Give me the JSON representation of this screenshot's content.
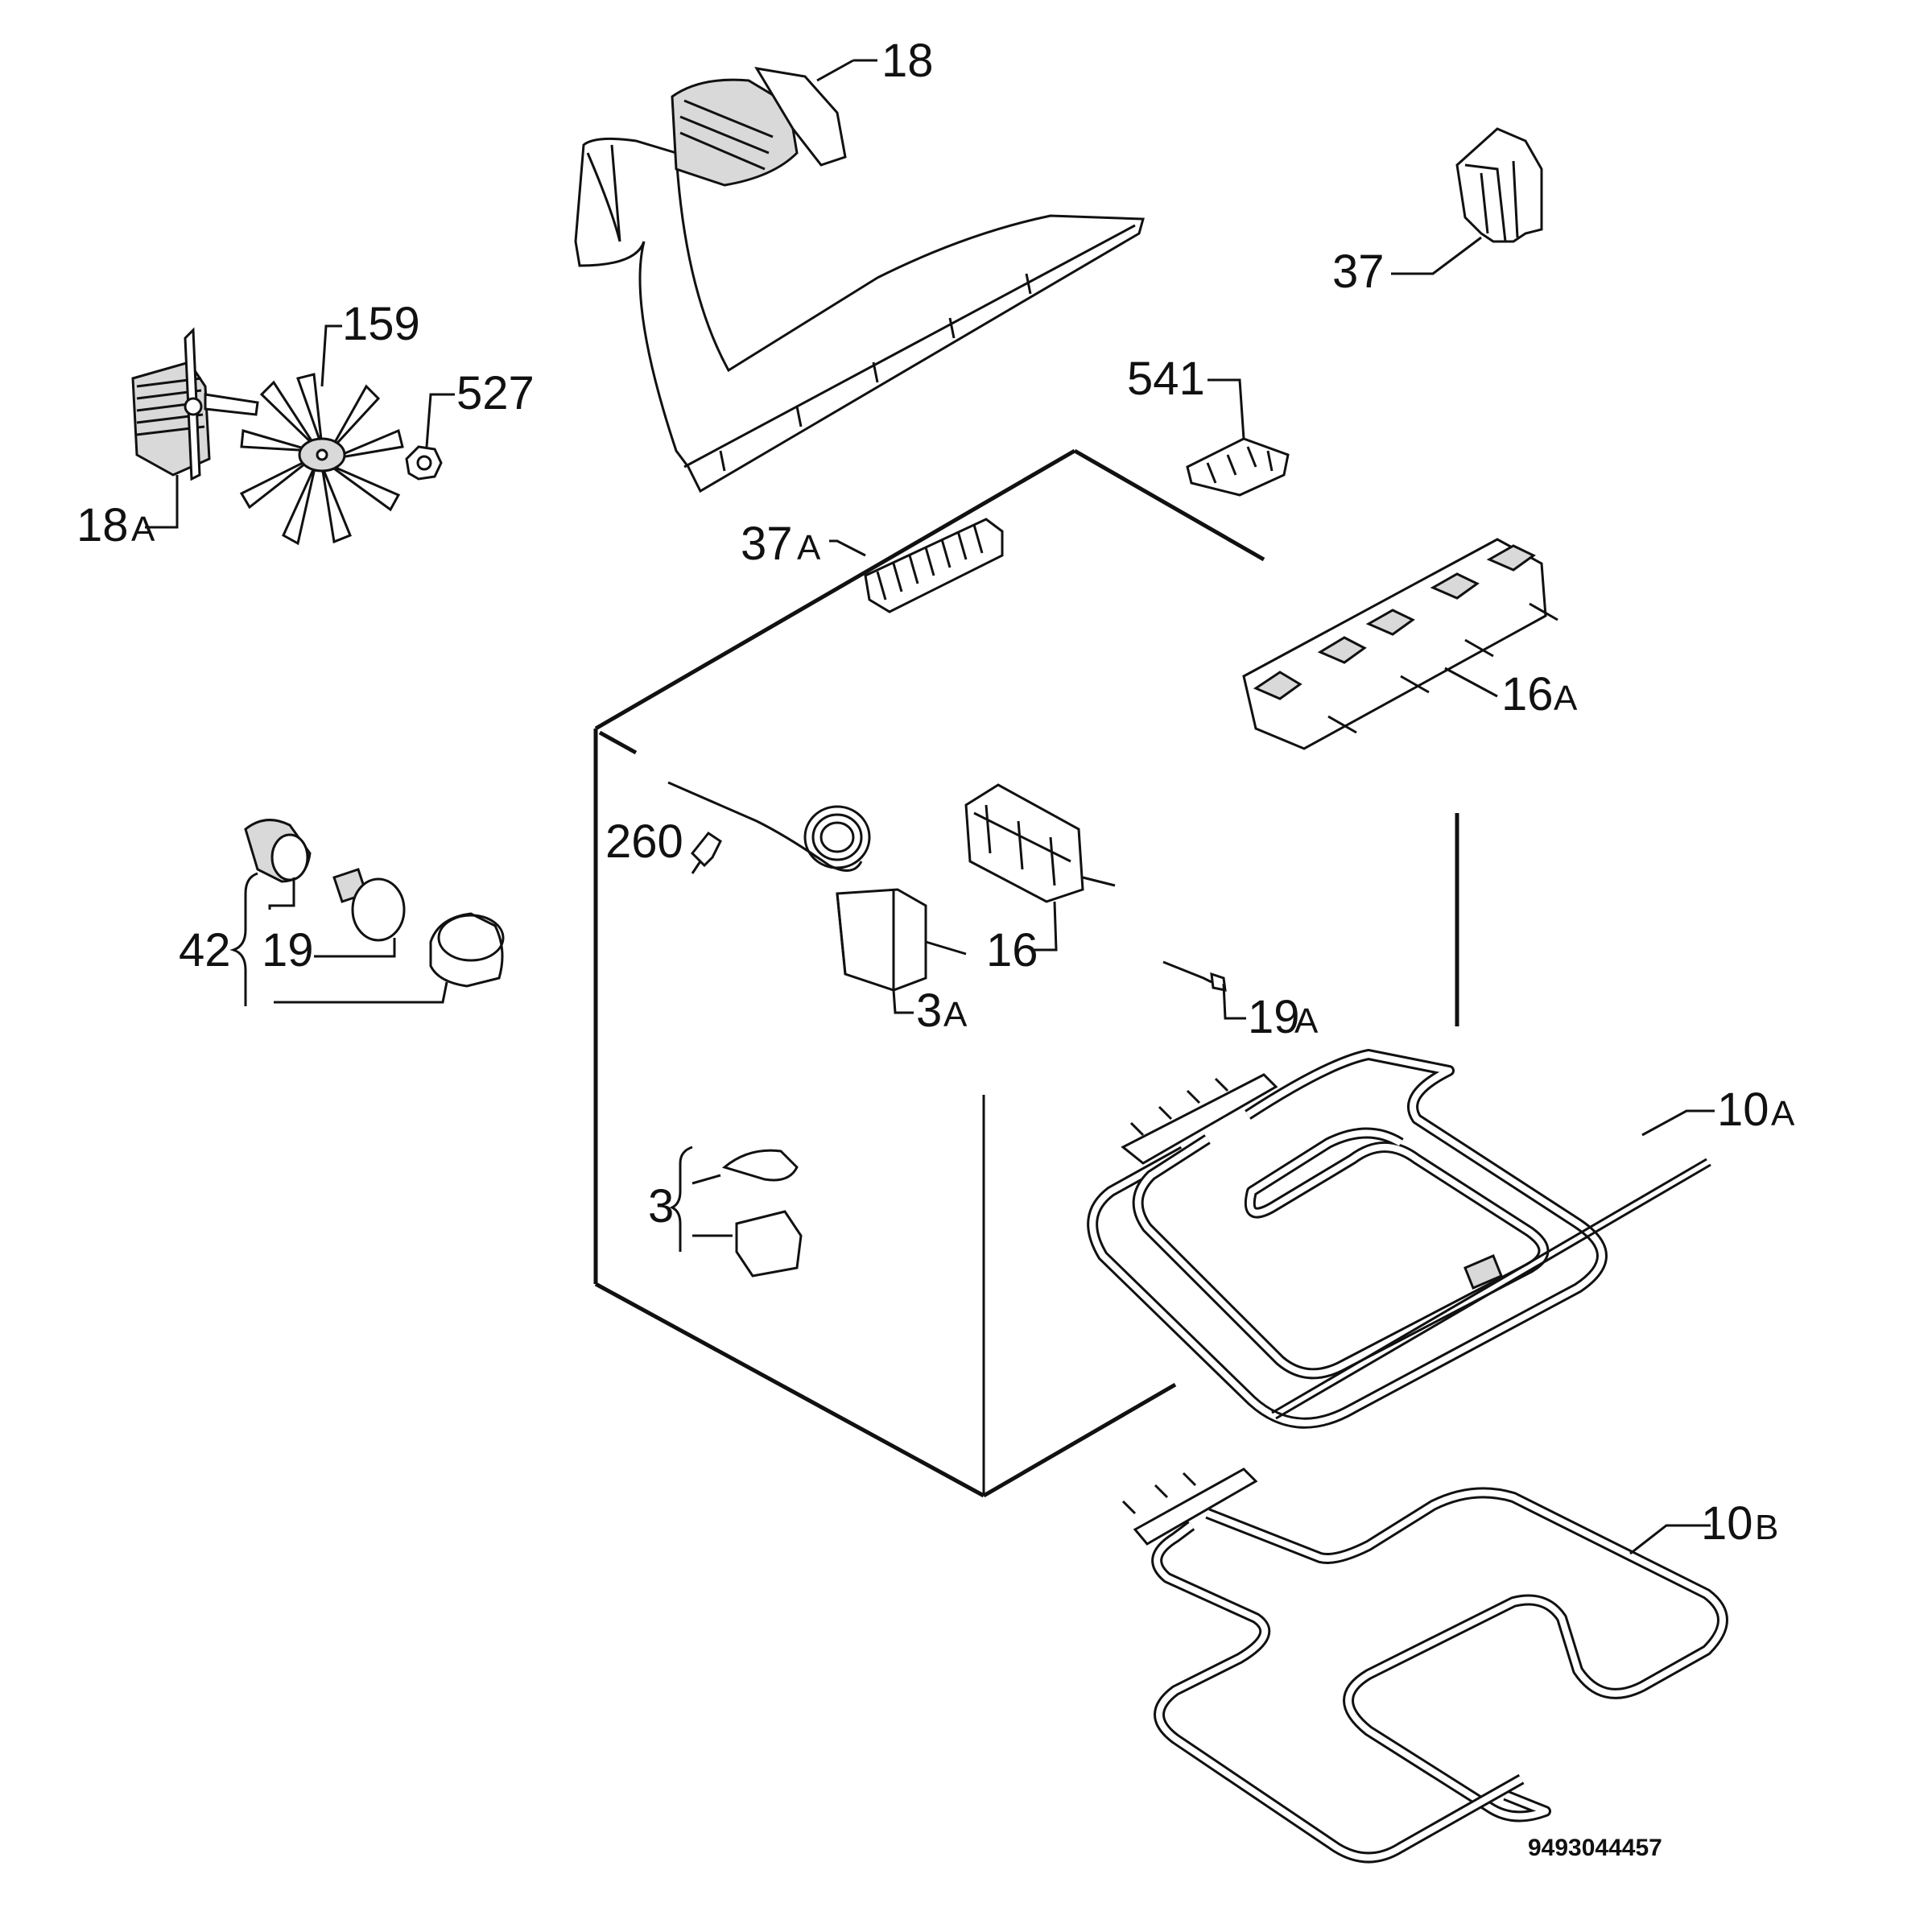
{
  "labels": {
    "p18": "18",
    "p37": "37",
    "p159": "159",
    "p527": "527",
    "p18a_num": "18",
    "p18a_suf": "A",
    "p541": "541",
    "p37a_num": "37",
    "p37a_suf": "A",
    "p16a_num": "16",
    "p16a_suf": "A",
    "p260": "260",
    "p42": "42",
    "p19": "19",
    "p16": "16",
    "p3a_num": "3",
    "p3a_suf": "A",
    "p19a_num": "19",
    "p19a_suf": "A",
    "p10a_num": "10",
    "p10a_suf": "A",
    "p3": "3",
    "p10b_num": "10",
    "p10b_suf": "B"
  },
  "document_number": "9493044457"
}
